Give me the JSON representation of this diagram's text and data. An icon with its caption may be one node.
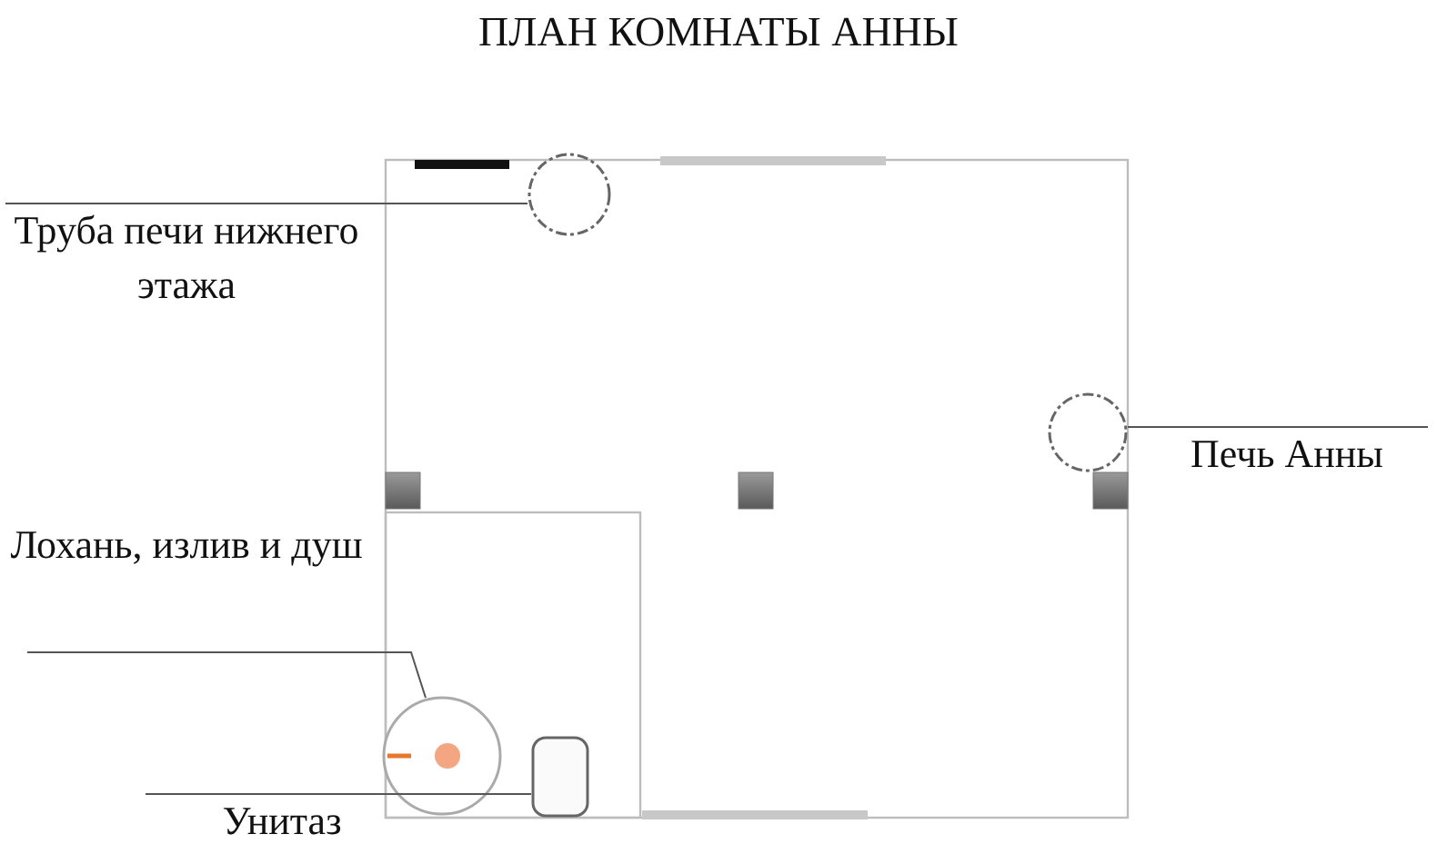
{
  "diagram": {
    "title": "ПЛАН КОМНАТЫ АННЫ",
    "nodes": [
      {
        "text": [
          "Труба печи нижнего этажа"
        ]
      },
      {
        "text": [],
        "shape": "circle"
      },
      {
        "text": [
          "Печь Анны"
        ]
      },
      {
        "text": [],
        "shape": "circle"
      },
      {
        "text": [
          "Лохань, излив и душ"
        ]
      },
      {
        "text": [],
        "shape": "circle"
      },
      {
        "text": [
          "Унитаз"
        ]
      },
      {
        "text": [],
        "shape": "box"
      }
    ],
    "edges": [
      {
        "from": 0,
        "to": 1,
        "arrow": "none"
      },
      {
        "from": 2,
        "to": 3,
        "arrow": "none"
      },
      {
        "from": 4,
        "to": 5,
        "arrow": "none"
      },
      {
        "from": 6,
        "to": 7,
        "arrow": "none"
      }
    ]
  }
}
